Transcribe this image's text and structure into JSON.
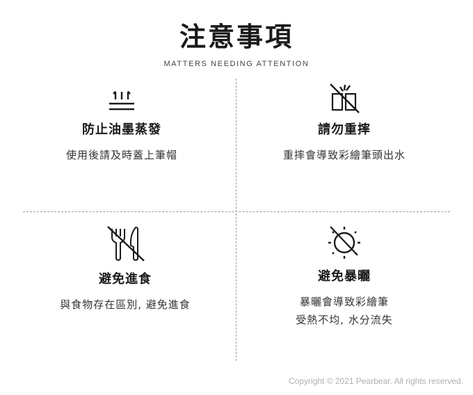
{
  "header": {
    "title": "注意事項",
    "subtitle": "MATTERS NEEDING ATTENTION"
  },
  "items": [
    {
      "icon": "steam-evaporation-icon",
      "title": "防止油墨蒸發",
      "description": [
        "使用後請及時蓋上筆帽"
      ]
    },
    {
      "icon": "no-dropping-icon",
      "title": "請勿重摔",
      "description": [
        "重摔會導致彩繪筆頭出水"
      ]
    },
    {
      "icon": "no-eating-icon",
      "title": "避免進食",
      "description": [
        "與食物存在區別, 避免進食"
      ]
    },
    {
      "icon": "no-sunlight-icon",
      "title": "避免暴曬",
      "description": [
        "暴曬會導致彩繪筆",
        "受熱不均, 水分流失"
      ]
    }
  ],
  "footer": {
    "copyright": "Copyright © 2021 Pearbear. All rights reserved."
  }
}
